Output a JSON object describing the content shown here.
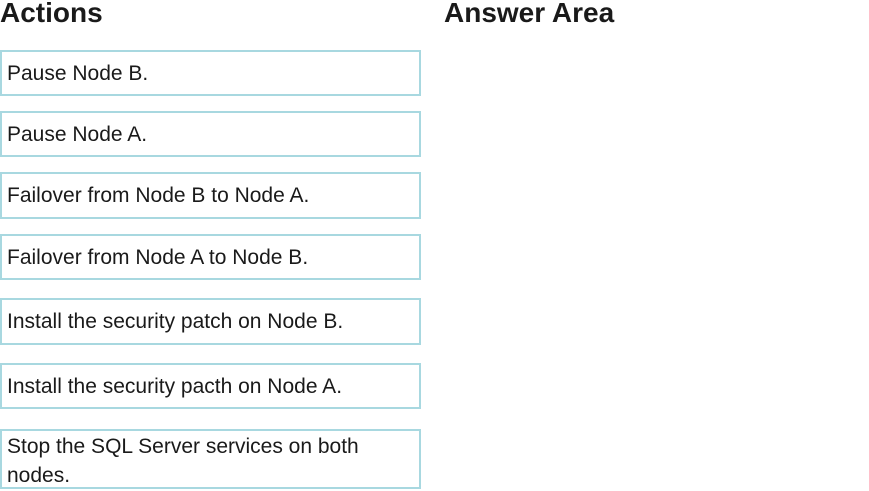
{
  "headings": {
    "actions": "Actions",
    "answer_area": "Answer Area"
  },
  "actions": [
    {
      "label": "Pause Node B."
    },
    {
      "label": "Pause Node A."
    },
    {
      "label": "Failover from Node B to Node A."
    },
    {
      "label": "Failover from Node A to Node B."
    },
    {
      "label": "Install the security patch on Node B."
    },
    {
      "label": "Install the security pacth on Node A."
    },
    {
      "label": "Stop the SQL Server services on both nodes."
    }
  ],
  "colors": {
    "item_border": "#a8d8e0",
    "text": "#1a1a1a"
  }
}
